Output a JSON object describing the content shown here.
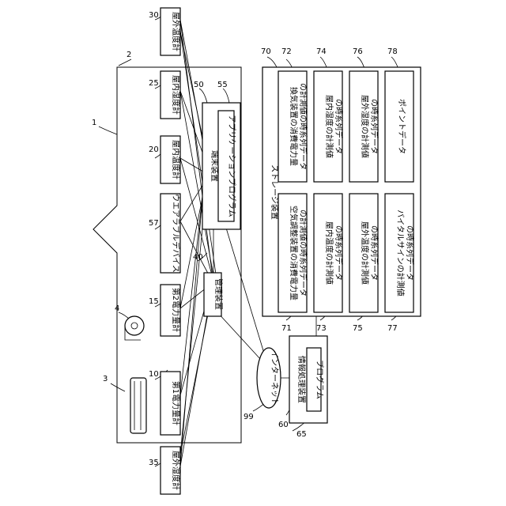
{
  "diagram": {
    "ref_numbers": {
      "system": "1",
      "building": "2",
      "air_conditioner": "3",
      "ventilator": "4",
      "meter1": "10",
      "meter2": "15",
      "indoor_temp": "20",
      "indoor_humid": "25",
      "outdoor_temp": "30",
      "outdoor_humid": "35",
      "management": "40",
      "terminal": "50",
      "app_program": "55",
      "wearable": "57",
      "info_proc": "60",
      "program": "65",
      "storage": "70",
      "ac_power_data": "71",
      "vent_power_data": "72",
      "indoor_temp_data": "73",
      "indoor_humid_data": "74",
      "outdoor_temp_data": "75",
      "outdoor_humid_data": "76",
      "vital_data": "77",
      "point_data": "78",
      "internet": "99"
    },
    "labels": {
      "outdoor_humid_meter": "屋外湿度計",
      "meter1": "第1電力量計",
      "meter2": "第2電力量計",
      "wearable": "ウエアラブルデバイス",
      "indoor_temp_meter": "屋内温度計",
      "indoor_humid_meter": "屋内湿度計",
      "outdoor_temp_meter": "屋外温度計",
      "management": "管理装置",
      "terminal": "端末装置",
      "app_program": "アプリケーションプログラム",
      "internet": "インターネット",
      "info_proc": "情報処理装置",
      "program": "プログラム",
      "storage": "ストレージ装置",
      "ac_power_data_l1": "空気調整装置の消費電力量",
      "ac_power_data_l2": "の計測値の時系列データ",
      "vent_power_data_l1": "換気装置の消費電力量",
      "vent_power_data_l2": "の計測値の時系列データ",
      "indoor_temp_data_l1": "屋内温度の計測値",
      "indoor_temp_data_l2": "の時系列データ",
      "indoor_humid_data_l1": "屋内湿度の計測値",
      "indoor_humid_data_l2": "の時系列データ",
      "outdoor_temp_data_l1": "屋外温度の計測値",
      "outdoor_temp_data_l2": "の時系列データ",
      "outdoor_humid_data_l1": "屋外湿度の計測値",
      "outdoor_humid_data_l2": "の時系列データ",
      "vital_data_l1": "バイタルサインの計測値",
      "vital_data_l2": "の時系列データ",
      "point_data": "ポイントデータ"
    }
  }
}
